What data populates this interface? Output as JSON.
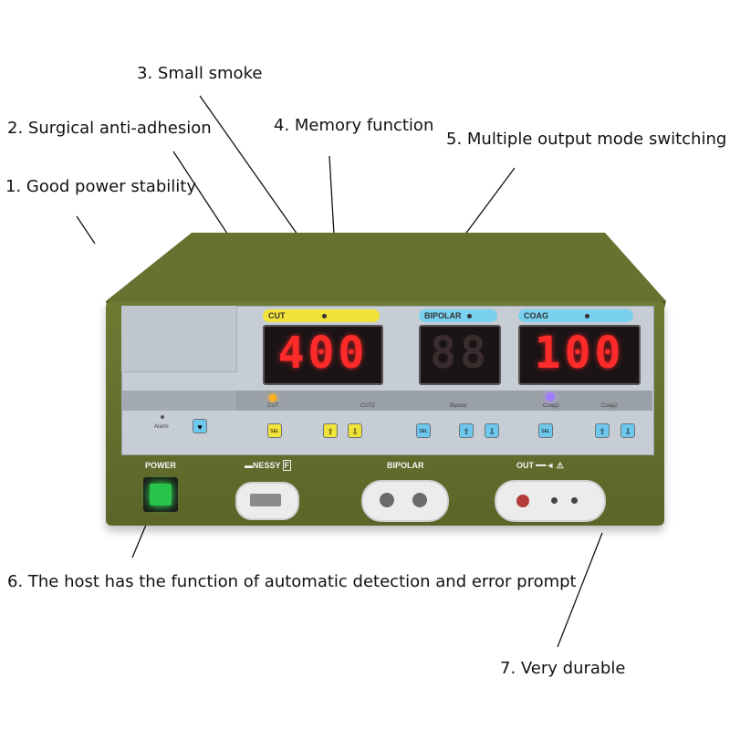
{
  "callouts": [
    "1. Good power stability",
    "2. Surgical anti-adhesion",
    "3. Small smoke",
    "4. Memory function",
    "5. Multiple output mode switching",
    "6. The host has the function of automatic detection and error prompt",
    "7. Very durable"
  ],
  "panel": {
    "cut_header": "CUT",
    "bipolar_header": "BIPOLAR",
    "coag_header": "COAG",
    "cut_value": "400",
    "bipolar_value": "88",
    "coag_value": "100",
    "alarm_label": "Alarm",
    "cut_sub": "CUT",
    "cut2_sub": "CUT2",
    "bipolar_sub": "Bipolar",
    "coag1_sub": "Coag1",
    "coag2_sub": "Coag2",
    "sel_label": "SEL",
    "up_arrow": "⇧",
    "down_arrow": "⇩"
  },
  "front": {
    "power_label": "POWER",
    "nessy_label": "NESSY",
    "nessy_badge": "F",
    "bipolar_label": "BIPOLAR",
    "out_label": "OUT",
    "warning_symbol": "⚠"
  },
  "colors": {
    "body": "#5f6a2b",
    "panel": "#c7cdd4",
    "cut_yellow": "#f2e33b",
    "mode_blue": "#79d0ef",
    "seven_segment_red": "#ff2a2a",
    "power_green": "#29c24a"
  }
}
